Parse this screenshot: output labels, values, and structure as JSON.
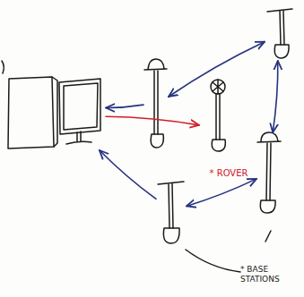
{
  "diagram": {
    "nodes": [
      {
        "text": []
      },
      {
        "text": []
      },
      {
        "text": []
      },
      {
        "text": [
          "* ROVER"
        ]
      },
      {
        "text": []
      },
      {
        "text": []
      }
    ],
    "edges": [
      {
        "from": 1,
        "to": 2,
        "arrow": "both"
      },
      {
        "from": 1,
        "to": 0,
        "arrow": "to"
      },
      {
        "from": 2,
        "to": 4,
        "arrow": "both"
      },
      {
        "from": 4,
        "to": 5,
        "arrow": "both"
      },
      {
        "from": 5,
        "to": 0,
        "arrow": "to"
      },
      {
        "from": 0,
        "to": 3,
        "arrow": "to"
      }
    ],
    "labels": [
      "* BASE STATIONS"
    ]
  }
}
